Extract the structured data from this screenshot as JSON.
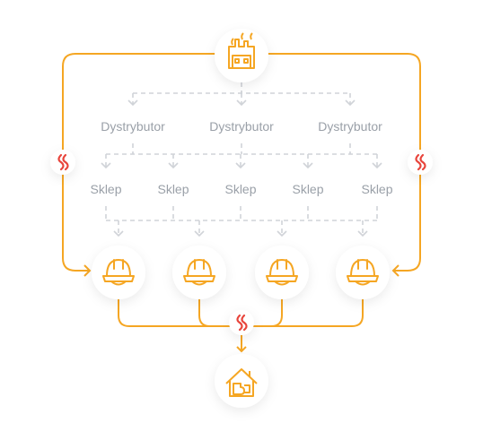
{
  "colors": {
    "accent": "#f5a623",
    "flow_dashed": "#d0d3d8",
    "flame": "#e8453c",
    "node_fill": "#ffffff",
    "label": "#9aa0a8"
  },
  "producer": {
    "icon": "factory-icon"
  },
  "distributors": [
    {
      "label": "Dystrybutor"
    },
    {
      "label": "Dystrybutor"
    },
    {
      "label": "Dystrybutor"
    }
  ],
  "shops": [
    {
      "label": "Sklep"
    },
    {
      "label": "Sklep"
    },
    {
      "label": "Sklep"
    },
    {
      "label": "Sklep"
    },
    {
      "label": "Sklep"
    }
  ],
  "installers": [
    {
      "icon": "hard-hat-icon"
    },
    {
      "icon": "hard-hat-icon"
    },
    {
      "icon": "hard-hat-icon"
    },
    {
      "icon": "hard-hat-icon"
    }
  ],
  "destination": {
    "icon": "house-puzzle-icon"
  },
  "direct_flow_badges": [
    {
      "icon": "flame-icon"
    },
    {
      "icon": "flame-icon"
    },
    {
      "icon": "flame-icon"
    }
  ]
}
